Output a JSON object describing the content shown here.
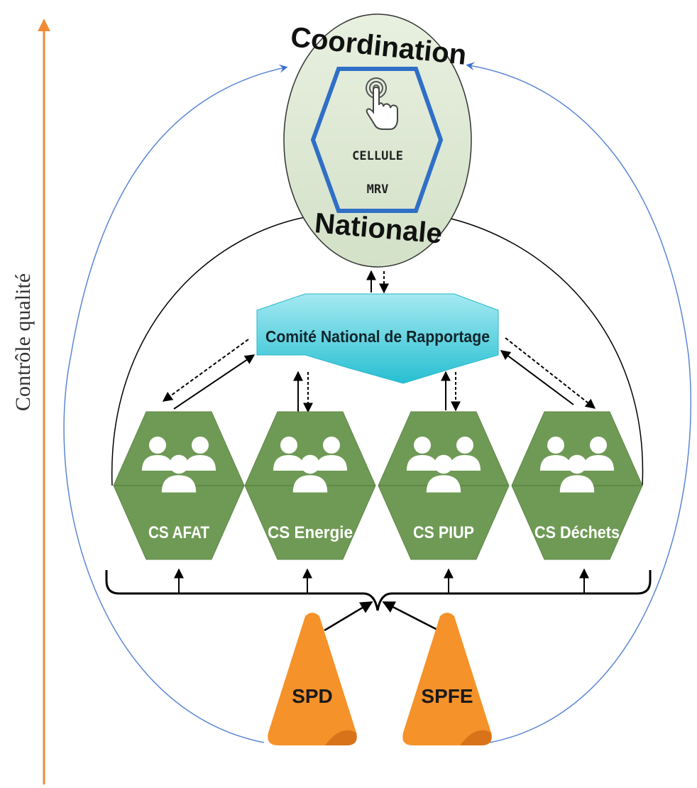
{
  "side_axis": {
    "label": "Contrôle qualité",
    "color": "#f28a35"
  },
  "coordination": {
    "top": "Coordination",
    "bottom": "Nationale",
    "cell_line1": "CELLULE",
    "cell_line2": "MRV",
    "fill": "#dfe9d6",
    "hexagon_color": "#2f6fc6"
  },
  "committee": {
    "label": "Comité National de Rapportage",
    "fill": "#36c4d6"
  },
  "sector_cells": {
    "fill": "#6f9a55",
    "items": [
      {
        "label": "CS AFAT"
      },
      {
        "label": "CS Energie"
      },
      {
        "label": "CS PIUP"
      },
      {
        "label": "CS Déchets"
      }
    ]
  },
  "providers": {
    "fill": "#f5922a",
    "items": [
      {
        "label": "SPD"
      },
      {
        "label": "SPFE"
      }
    ]
  },
  "feedback_color": "#5b86d6"
}
